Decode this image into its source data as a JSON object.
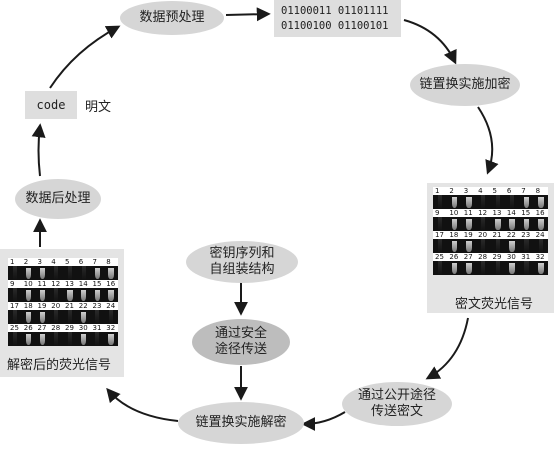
{
  "nodes": {
    "preprocess": "数据预处理",
    "encrypt": "链置换实施加密",
    "postprocess": "数据后处理",
    "key_line1": "密钥序列和",
    "key_line2": "自组装结构",
    "secure_line1": "通过安全",
    "secure_line2": "途径传送",
    "decrypt": "链置换实施解密",
    "public_line1": "通过公开途径",
    "public_line2": "传送密文"
  },
  "binary": {
    "line1": "01100011 01101111",
    "line2": "01100100 01100101"
  },
  "code_box": "code",
  "plaintext_label": "明文",
  "cipher_label": "密文荧光信号",
  "decrypted_label": "解密后的荧光信号",
  "panels": {
    "cipher_numbers": [
      "1",
      "2",
      "3",
      "4",
      "5",
      "6",
      "7",
      "8",
      "9",
      "10",
      "11",
      "12",
      "13",
      "14",
      "15",
      "16",
      "17",
      "18",
      "19",
      "20",
      "21",
      "22",
      "23",
      "24",
      "25",
      "26",
      "27",
      "28",
      "29",
      "30",
      "31",
      "32"
    ],
    "decrypted_numbers": [
      "1",
      "2",
      "3",
      "4",
      "5",
      "6",
      "7",
      "8",
      "9",
      "10",
      "11",
      "12",
      "13",
      "14",
      "15",
      "16",
      "17",
      "18",
      "19",
      "20",
      "21",
      "22",
      "23",
      "24",
      "25",
      "26",
      "27",
      "28",
      "29",
      "30",
      "31",
      "32"
    ],
    "cipher_bright": [
      0,
      1,
      1,
      0,
      0,
      0,
      1,
      1,
      0,
      1,
      1,
      0,
      1,
      1,
      1,
      1,
      0,
      1,
      1,
      0,
      0,
      1,
      0,
      0,
      0,
      1,
      1,
      0,
      0,
      1,
      0,
      1
    ],
    "decrypted_bright": [
      0,
      1,
      1,
      0,
      0,
      0,
      1,
      1,
      0,
      1,
      1,
      0,
      1,
      1,
      1,
      1,
      0,
      1,
      1,
      0,
      0,
      1,
      0,
      0,
      0,
      1,
      1,
      0,
      0,
      1,
      0,
      1
    ]
  },
  "colors": {
    "ellipse": "#d6d6d6",
    "ellipse_dark": "#bdbdbd",
    "box": "#dedede",
    "panel": "#e4e4e4",
    "arrow": "#1a1a1a"
  }
}
